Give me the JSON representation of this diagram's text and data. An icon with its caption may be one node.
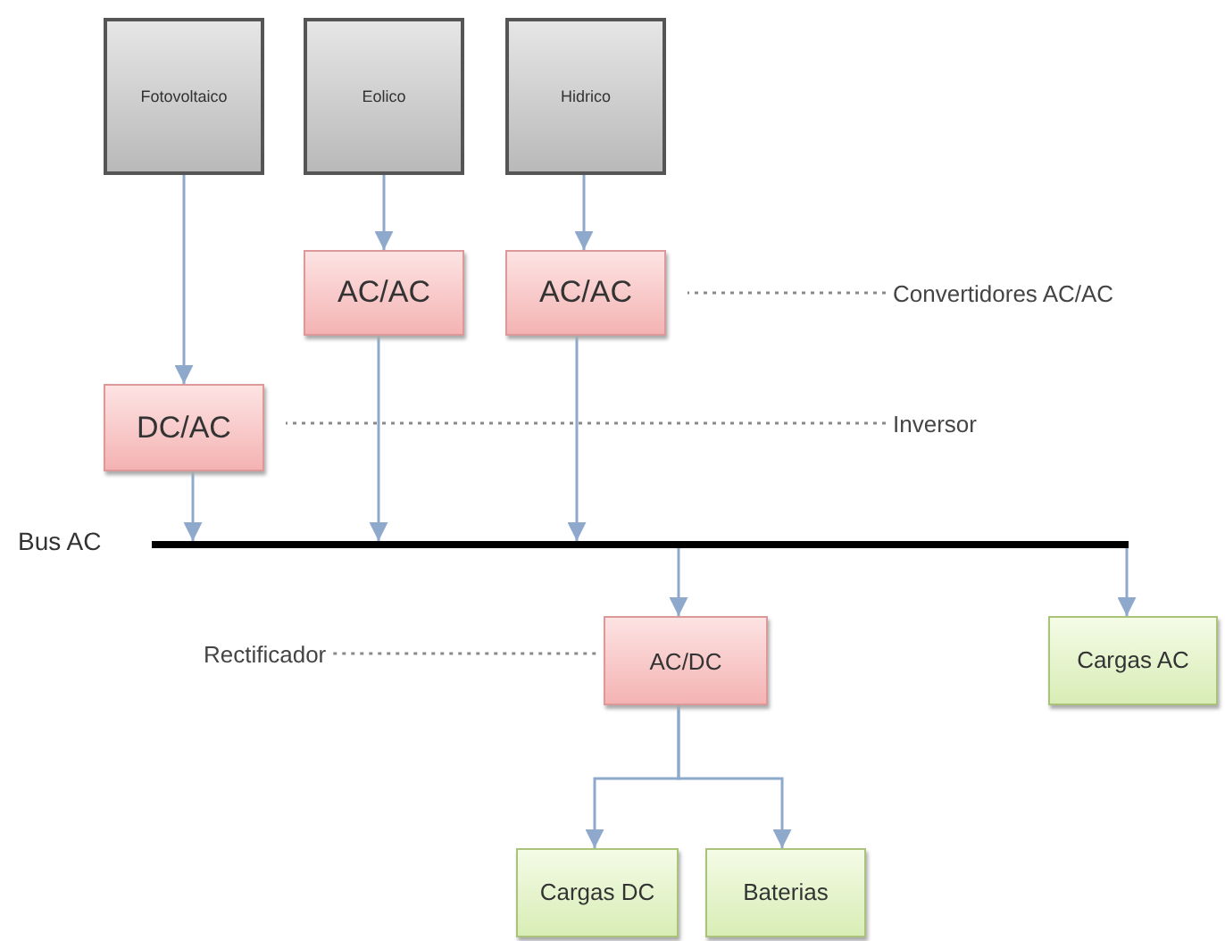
{
  "diagram": {
    "nodes": [
      {
        "text": [
          "Fotovoltaico"
        ]
      },
      {
        "text": [
          "Eolico"
        ]
      },
      {
        "text": [
          "Hidrico"
        ]
      },
      {
        "text": [
          "AC/AC"
        ]
      },
      {
        "text": [
          "AC/AC"
        ]
      },
      {
        "text": [
          "DC/AC"
        ]
      },
      {
        "text": [
          "Bus AC"
        ]
      },
      {
        "text": [
          "AC/DC"
        ]
      },
      {
        "text": [
          "Cargas AC"
        ]
      },
      {
        "text": [
          "Cargas DC"
        ]
      },
      {
        "text": [
          "Baterias"
        ]
      },
      {
        "text": [
          "Convertidores AC/AC"
        ]
      },
      {
        "text": [
          "Inversor"
        ]
      },
      {
        "text": [
          "Rectificador"
        ]
      }
    ],
    "edges": [
      {
        "from": 0,
        "to": 5,
        "arrow": "to"
      },
      {
        "from": 1,
        "to": 3,
        "arrow": "to"
      },
      {
        "from": 2,
        "to": 4,
        "arrow": "to"
      },
      {
        "from": 5,
        "to": 6,
        "arrow": "to"
      },
      {
        "from": 3,
        "to": 6,
        "arrow": "to"
      },
      {
        "from": 4,
        "to": 6,
        "arrow": "to"
      },
      {
        "from": 6,
        "to": 7,
        "arrow": "to"
      },
      {
        "from": 6,
        "to": 8,
        "arrow": "to"
      },
      {
        "from": 7,
        "to": 9,
        "arrow": "to"
      },
      {
        "from": 7,
        "to": 10,
        "arrow": "to"
      },
      {
        "from": 11,
        "to": 4,
        "arrow": "none",
        "style": "dashed",
        "color": "#8a8a8a"
      },
      {
        "from": 12,
        "to": 5,
        "arrow": "none",
        "style": "dashed",
        "color": "#8a8a8a"
      },
      {
        "from": 13,
        "to": 7,
        "arrow": "none",
        "style": "dashed",
        "color": "#8a8a8a"
      }
    ]
  }
}
